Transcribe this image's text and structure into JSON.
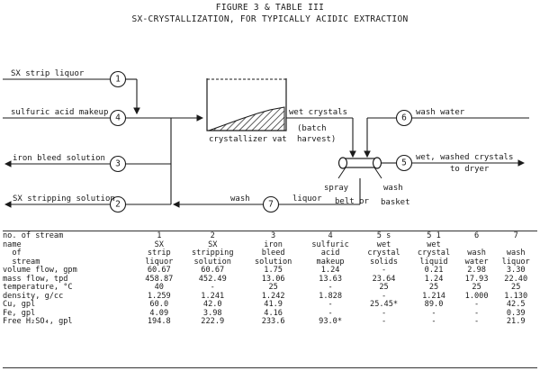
{
  "header": {
    "line1": "FIGURE 3 & TABLE III",
    "line2": "SX-CRYSTALLIZATION, FOR TYPICALLY ACIDIC EXTRACTION"
  },
  "diagram": {
    "labels": {
      "sx_strip_liquor": "SX strip liquor",
      "sulfuric_acid_makeup": "sulfuric acid makeup",
      "iron_bleed_solution": "iron bleed solution",
      "sx_stripping_solution": "SX stripping solution",
      "crystallizer_vat": "crystallizer vat",
      "wet_crystals": "wet crystals",
      "batch": "(batch",
      "harvest": "harvest)",
      "wash_water": "wash water",
      "wet_washed_crystals": "wet, washed crystals",
      "to_dryer": "to dryer",
      "spray": "spray",
      "belt_or": "belt or",
      "wash_basket_1": "wash",
      "wash_basket_2": "basket",
      "wash_liquor_1": "wash",
      "wash_liquor_2": "liquor"
    },
    "stream_numbers": {
      "n1": "1",
      "n2": "2",
      "n3": "3",
      "n4": "4",
      "n5": "5",
      "n6": "6",
      "n7": "7"
    }
  },
  "table": {
    "header_rows": [
      [
        "no. of stream",
        "1",
        "2",
        "3",
        "4",
        "5 s",
        "5 1",
        "6",
        "7"
      ],
      [
        "name",
        "SX",
        "SX",
        "iron",
        "sulfuric",
        "wet",
        "wet",
        "",
        ""
      ],
      [
        "  of",
        "strip",
        "stripping",
        "bleed",
        "acid",
        "crystal",
        "crystal",
        "wash",
        "wash"
      ],
      [
        "  stream",
        "liquor",
        "solution",
        "solution",
        "makeup",
        "solids",
        "liquid",
        "water",
        "liquor"
      ]
    ],
    "rows": [
      [
        "volume flow, gpm",
        "60.67",
        "60.67",
        "1.75",
        "1.24",
        "-",
        "0.21",
        "2.98",
        "3.30"
      ],
      [
        "mass flow, tpd",
        "458.87",
        "452.49",
        "13.06",
        "13.63",
        "23.64",
        "1.24",
        "17.93",
        "22.40"
      ],
      [
        "temperature, °C",
        "40",
        "-",
        "25",
        "-",
        "25",
        "25",
        "25",
        "25"
      ],
      [
        "density, g/cc",
        "1.259",
        "1.241",
        "1.242",
        "1.828",
        "-",
        "1.214",
        "1.000",
        "1.130"
      ],
      [
        "Cu, gpl",
        "60.0",
        "42.0",
        "41.9",
        "-",
        "25.45*",
        "89.0",
        "-",
        "42.5"
      ],
      [
        "Fe, gpl",
        "4.09",
        "3.98",
        "4.16",
        "-",
        "-",
        "-",
        "-",
        "0.39"
      ],
      [
        "Free H₂SO₄, gpl",
        "194.8",
        "222.9",
        "233.6",
        "93.0*",
        "-",
        "-",
        "-",
        "21.9"
      ]
    ]
  }
}
